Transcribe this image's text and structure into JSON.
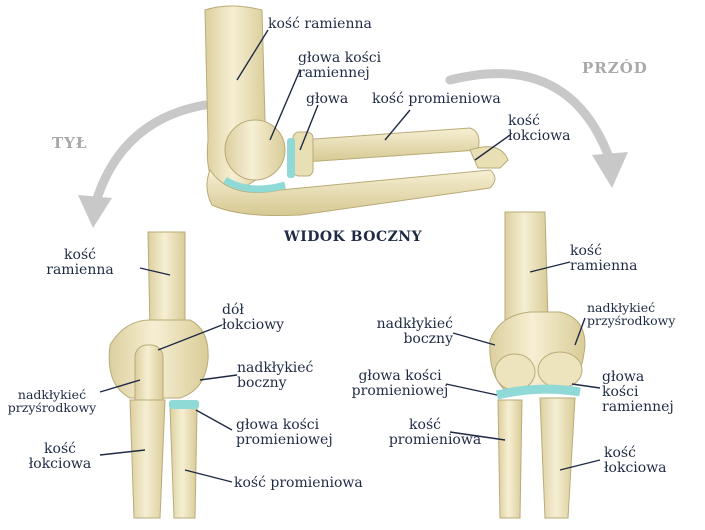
{
  "views": {
    "side": {
      "title": "WIDOK BOCZNY",
      "labels": {
        "humerus": "kość ramienna",
        "head_humerus_1": "głowa kości",
        "head_humerus_2": "ramiennej",
        "head": "głowa",
        "radius": "kość promieniowa",
        "ulna_1": "kość",
        "ulna_2": "łokciowa"
      }
    },
    "back": {
      "direction": "TYŁ",
      "labels": {
        "humerus_1": "kość",
        "humerus_2": "ramienna",
        "fossa_1": "dół",
        "fossa_2": "łokciowy",
        "lateral_1": "nadkłykieć",
        "lateral_2": "boczny",
        "medial_1": "nadkłykieć",
        "medial_2": "przyśrodkowy",
        "radial_head_1": "głowa kości",
        "radial_head_2": "promieniowej",
        "ulna_1": "kość",
        "ulna_2": "łokciowa",
        "radius": "kość promieniowa"
      }
    },
    "front": {
      "direction": "PRZÓD",
      "labels": {
        "humerus_1": "kość",
        "humerus_2": "ramienna",
        "medial_1": "nadkłykieć",
        "medial_2": "przyśrodkowy",
        "lateral_1": "nadkłykieć",
        "lateral_2": "boczny",
        "radial_head_1": "głowa kości",
        "radial_head_2": "promieniowej",
        "humeral_head_1": "głowa",
        "humeral_head_2": "kości",
        "humeral_head_3": "ramiennej",
        "radius_1": "kość",
        "radius_2": "promieniowa",
        "ulna_1": "kość",
        "ulna_2": "łokciowa"
      }
    }
  },
  "colors": {
    "bone": "#f1e8c6",
    "bone_shade": "#d8cc9c",
    "bone_outline": "#b9ab78",
    "cartilage": "#8fd9d6",
    "leader": "#1f2a44",
    "arrow": "#c8c8c8",
    "text": "#1f2a44"
  }
}
